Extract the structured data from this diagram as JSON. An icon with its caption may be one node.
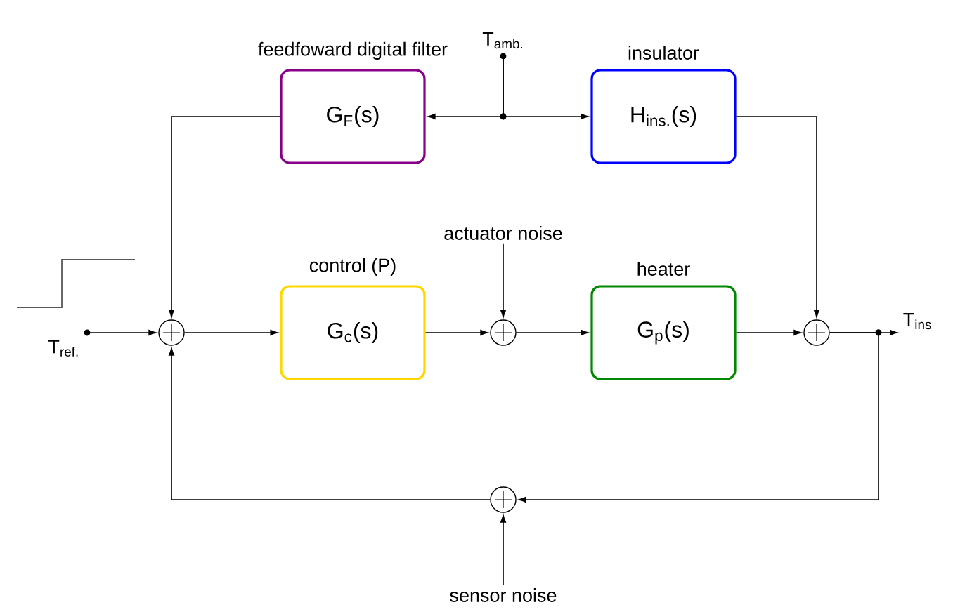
{
  "diagram": {
    "nodes": [
      {
        "text": [
          "feedfoward digital filter",
          "G$_{F}$(s)"
        ]
      },
      {
        "text": [
          "insulator",
          "H$_{ins.}$(s)"
        ]
      },
      {
        "text": [
          "control (P)",
          "G$_{c}$(s)"
        ]
      },
      {
        "text": [
          "heater",
          "G$_{p}$(s)"
        ]
      },
      {
        "text": [],
        "shape": "circle"
      },
      {
        "text": [],
        "shape": "circle"
      },
      {
        "text": [],
        "shape": "circle"
      },
      {
        "text": [],
        "shape": "circle"
      },
      {
        "text": [
          "T$_{amb.}$"
        ]
      },
      {
        "text": [
          "T$_{ref.}$"
        ]
      },
      {
        "text": [
          "actuator noise"
        ]
      },
      {
        "text": [
          "sensor noise"
        ]
      },
      {
        "text": [
          "T$_{ins}$"
        ]
      }
    ],
    "edges": [
      {
        "from": 8,
        "to": 0,
        "arrow": "to"
      },
      {
        "from": 8,
        "to": 1,
        "arrow": "to"
      },
      {
        "from": 9,
        "to": 4,
        "arrow": "to"
      },
      {
        "from": 0,
        "to": 4,
        "arrow": "to"
      },
      {
        "from": 4,
        "to": 2,
        "arrow": "to"
      },
      {
        "from": 10,
        "to": 5,
        "arrow": "to"
      },
      {
        "from": 2,
        "to": 5,
        "arrow": "to"
      },
      {
        "from": 5,
        "to": 3,
        "arrow": "to"
      },
      {
        "from": 1,
        "to": 6,
        "arrow": "to"
      },
      {
        "from": 3,
        "to": 6,
        "arrow": "to"
      },
      {
        "from": 6,
        "to": 12,
        "arrow": "to"
      },
      {
        "from": 6,
        "to": 7,
        "arrow": "to"
      },
      {
        "from": 11,
        "to": 7,
        "arrow": "to"
      },
      {
        "from": 7,
        "to": 4,
        "arrow": "to"
      }
    ]
  }
}
